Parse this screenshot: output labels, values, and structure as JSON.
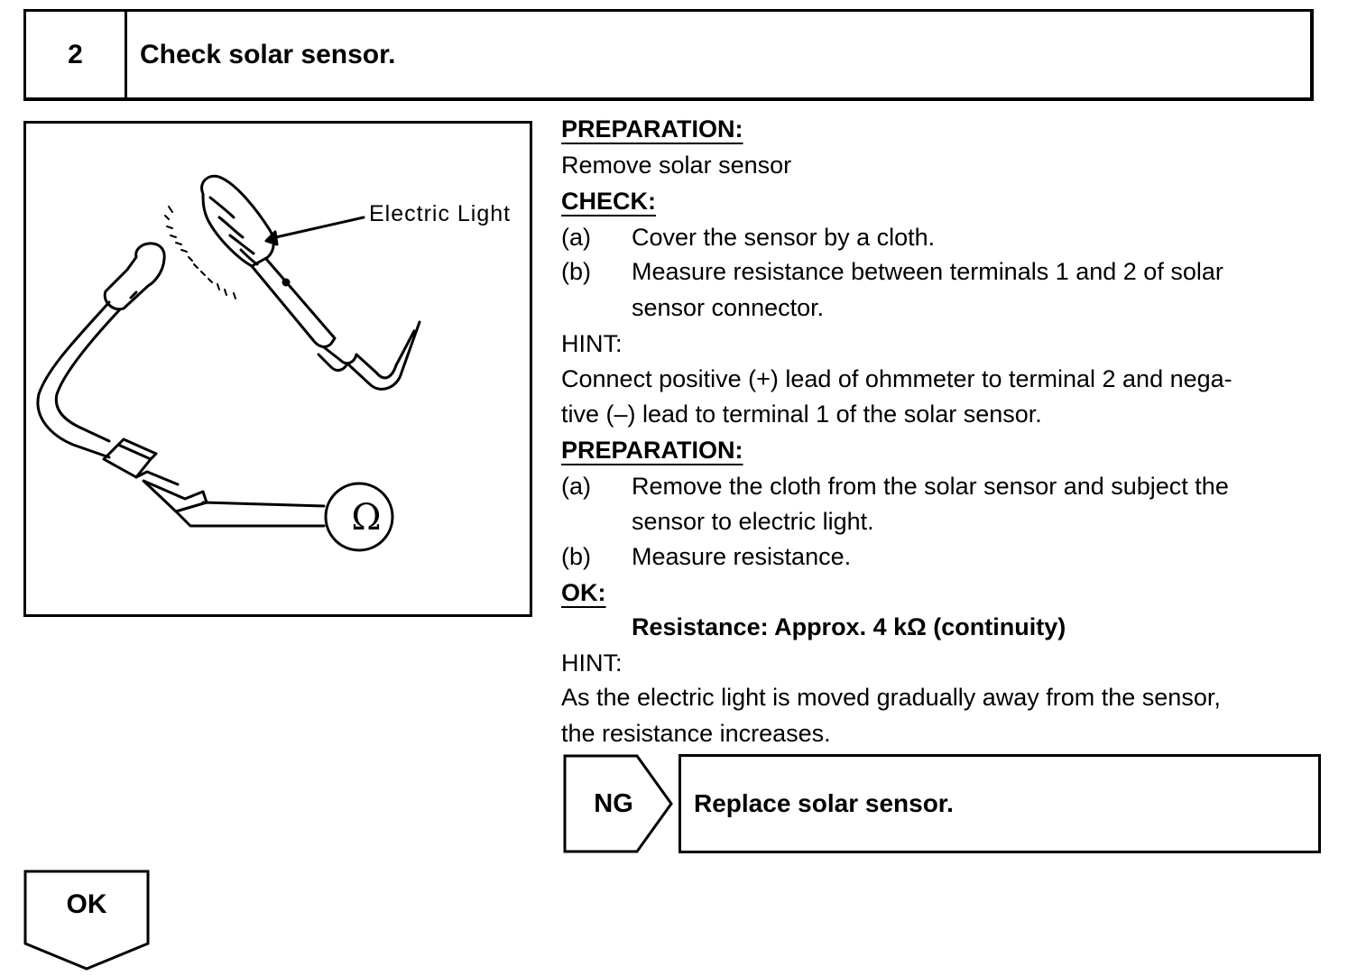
{
  "step": {
    "number": "2",
    "title": "Check solar sensor."
  },
  "figure": {
    "label": "Electric Light",
    "ohm_symbol": "Ω",
    "icons": [
      "solar-sensor-icon",
      "electric-light-icon",
      "ohmmeter-icon",
      "connector-icon"
    ]
  },
  "procedure": {
    "prep1_heading": "PREPARATION:",
    "prep1_text": "Remove solar sensor",
    "check_heading": "CHECK:",
    "check_a_marker": "(a)",
    "check_a_text": "Cover the sensor by a cloth.",
    "check_b_marker": "(b)",
    "check_b_text_1": "Measure resistance between terminals 1 and 2 of solar",
    "check_b_text_2": "sensor connector.",
    "hint1_heading": "HINT:",
    "hint1_text_1": "Connect positive (+) lead of ohmmeter to terminal 2 and nega-",
    "hint1_text_2": "tive (–) lead to terminal 1 of the solar sensor.",
    "prep2_heading": "PREPARATION:",
    "prep2_a_marker": "(a)",
    "prep2_a_text_1": "Remove the cloth from the solar sensor and subject the",
    "prep2_a_text_2": "sensor to electric light.",
    "prep2_b_marker": "(b)",
    "prep2_b_text": "Measure resistance.",
    "ok_heading": "OK:",
    "ok_spec": "Resistance: Approx. 4 kΩ (continuity)",
    "hint2_heading": "HINT:",
    "hint2_text_1": "As the electric light is moved gradually away from the sensor,",
    "hint2_text_2": "the resistance increases."
  },
  "ng": {
    "label": "NG",
    "action": "Replace solar sensor."
  },
  "ok": {
    "label": "OK"
  }
}
